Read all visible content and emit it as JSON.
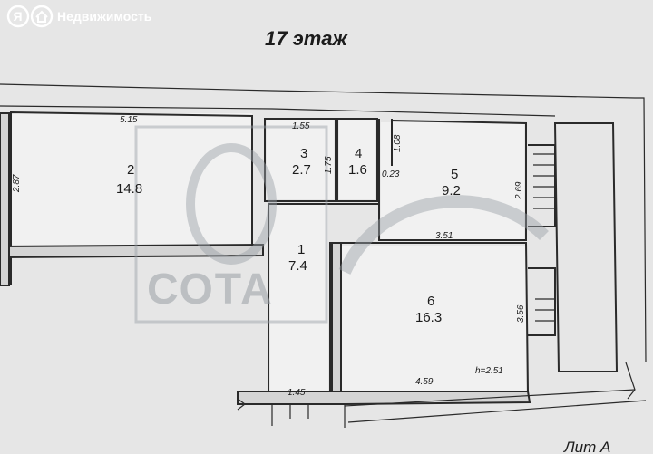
{
  "brand": {
    "name": "Недвижимость",
    "logo_icon": "yandex-ya-logo-icon"
  },
  "plan": {
    "floor_title": "17 этаж",
    "lit": "Лит А",
    "watermark": "СОТА",
    "height": "h=2.51",
    "rooms": [
      {
        "number": "2",
        "area": "14.8"
      },
      {
        "number": "3",
        "area": "2.7"
      },
      {
        "number": "4",
        "area": "1.6"
      },
      {
        "number": "5",
        "area": "9.2"
      },
      {
        "number": "1",
        "area": "7.4"
      },
      {
        "number": "6",
        "area": "16.3"
      }
    ],
    "dimensions": {
      "room2_width": "5.15",
      "room2_height": "2.87",
      "room3_width": "1.55",
      "room3_height": "1.75",
      "room4_height": "1.08",
      "room4_offset": "0.23",
      "room5_height": "2.69",
      "room5_width": "3.51",
      "room6_height": "3.56",
      "room6_width": "4.59",
      "corridor_width": "1.45"
    }
  }
}
